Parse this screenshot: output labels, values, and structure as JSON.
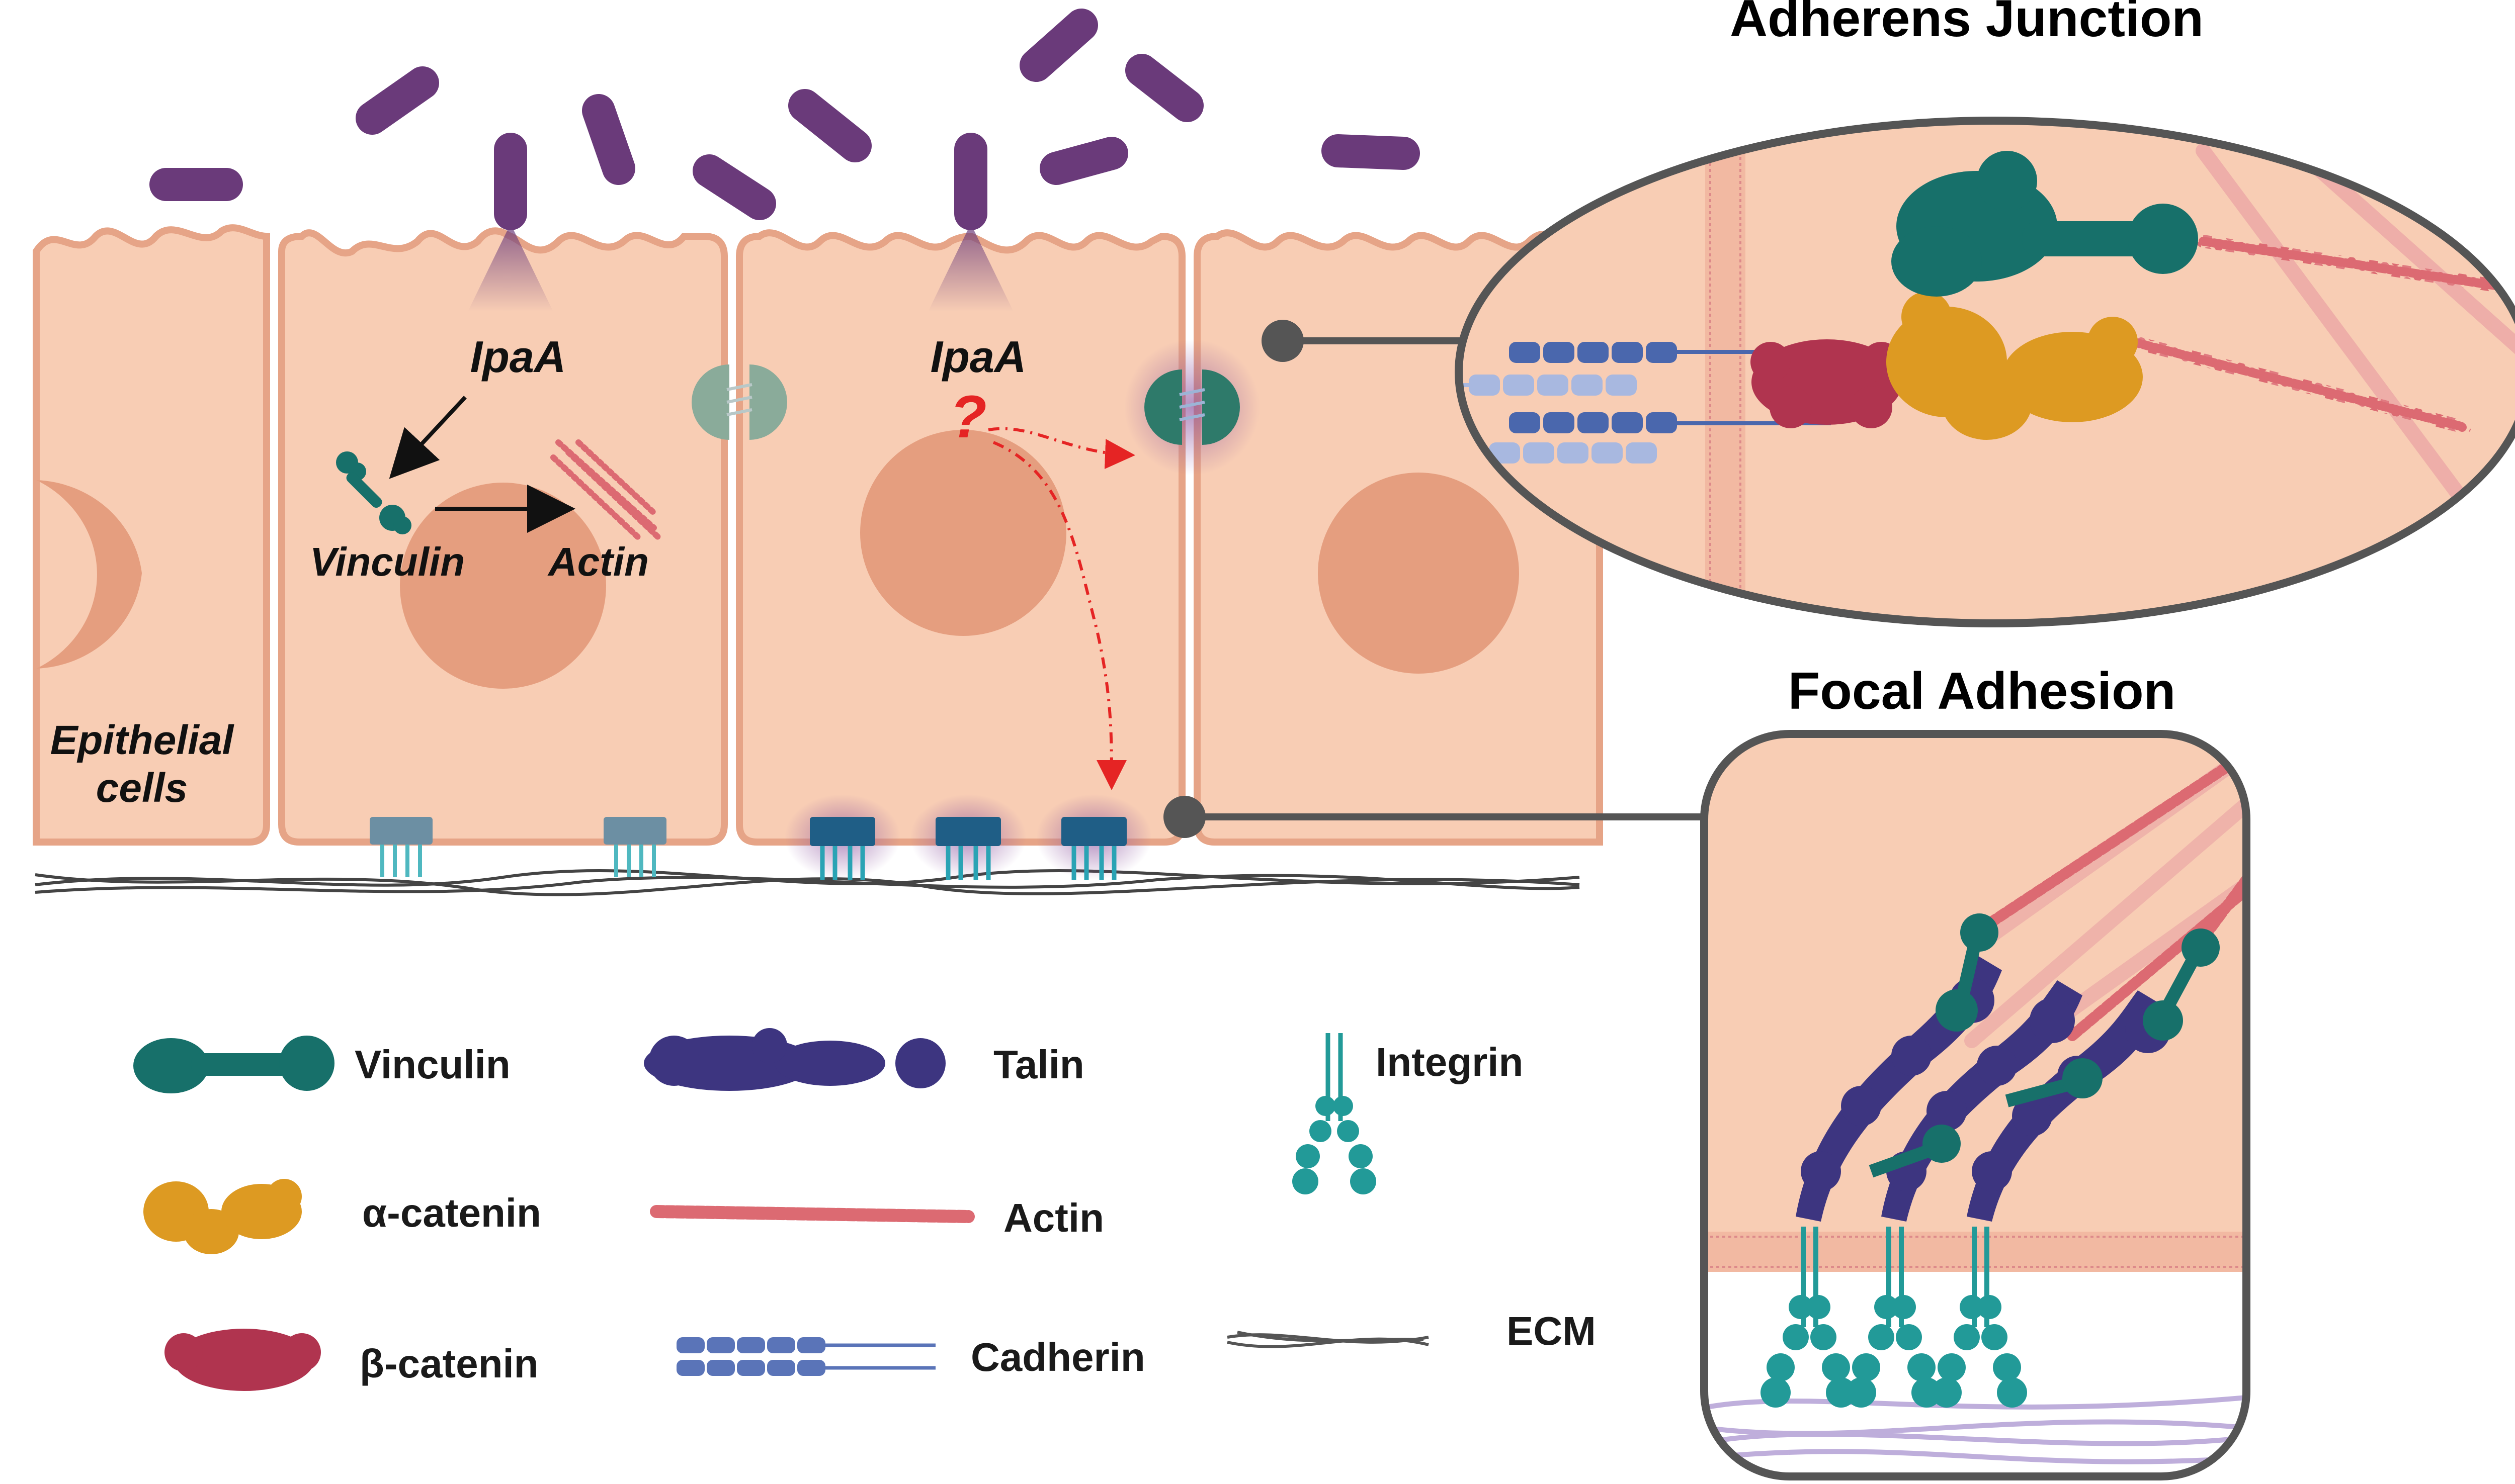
{
  "colors": {
    "cell_fill": "#f8cdb4",
    "cell_border": "#e6a487",
    "nucleus": "#e59e7f",
    "bacteria": "#6a3a7a",
    "vinculin": "#17706a",
    "talin": "#3d3580",
    "alpha_catenin": "#dd9a22",
    "beta_catenin": "#b0344f",
    "actin": "#dc6a72",
    "cadherin": "#5a74b8",
    "integrin": "#229a98",
    "ecm": "#555555",
    "arrow_red": "#e52424",
    "glow": "#8a4f9c"
  },
  "cells": {
    "epithelial_label_line1": "Epithelial",
    "epithelial_label_line2": "cells",
    "ipaa_label_1": "IpaA",
    "ipaa_label_2": "IpaA",
    "question_mark": "?",
    "vinculin_label": "Vinculin",
    "actin_label": "Actin"
  },
  "panels": {
    "adherens_title": "Adherens Junction",
    "focal_title": "Focal Adhesion"
  },
  "legend": {
    "vinculin": "Vinculin",
    "talin": "Talin",
    "integrin": "Integrin",
    "alpha_catenin": "α-catenin",
    "actin": "Actin",
    "beta_catenin": "β-catenin",
    "cadherin": "Cadherin",
    "ecm": "ECM"
  }
}
